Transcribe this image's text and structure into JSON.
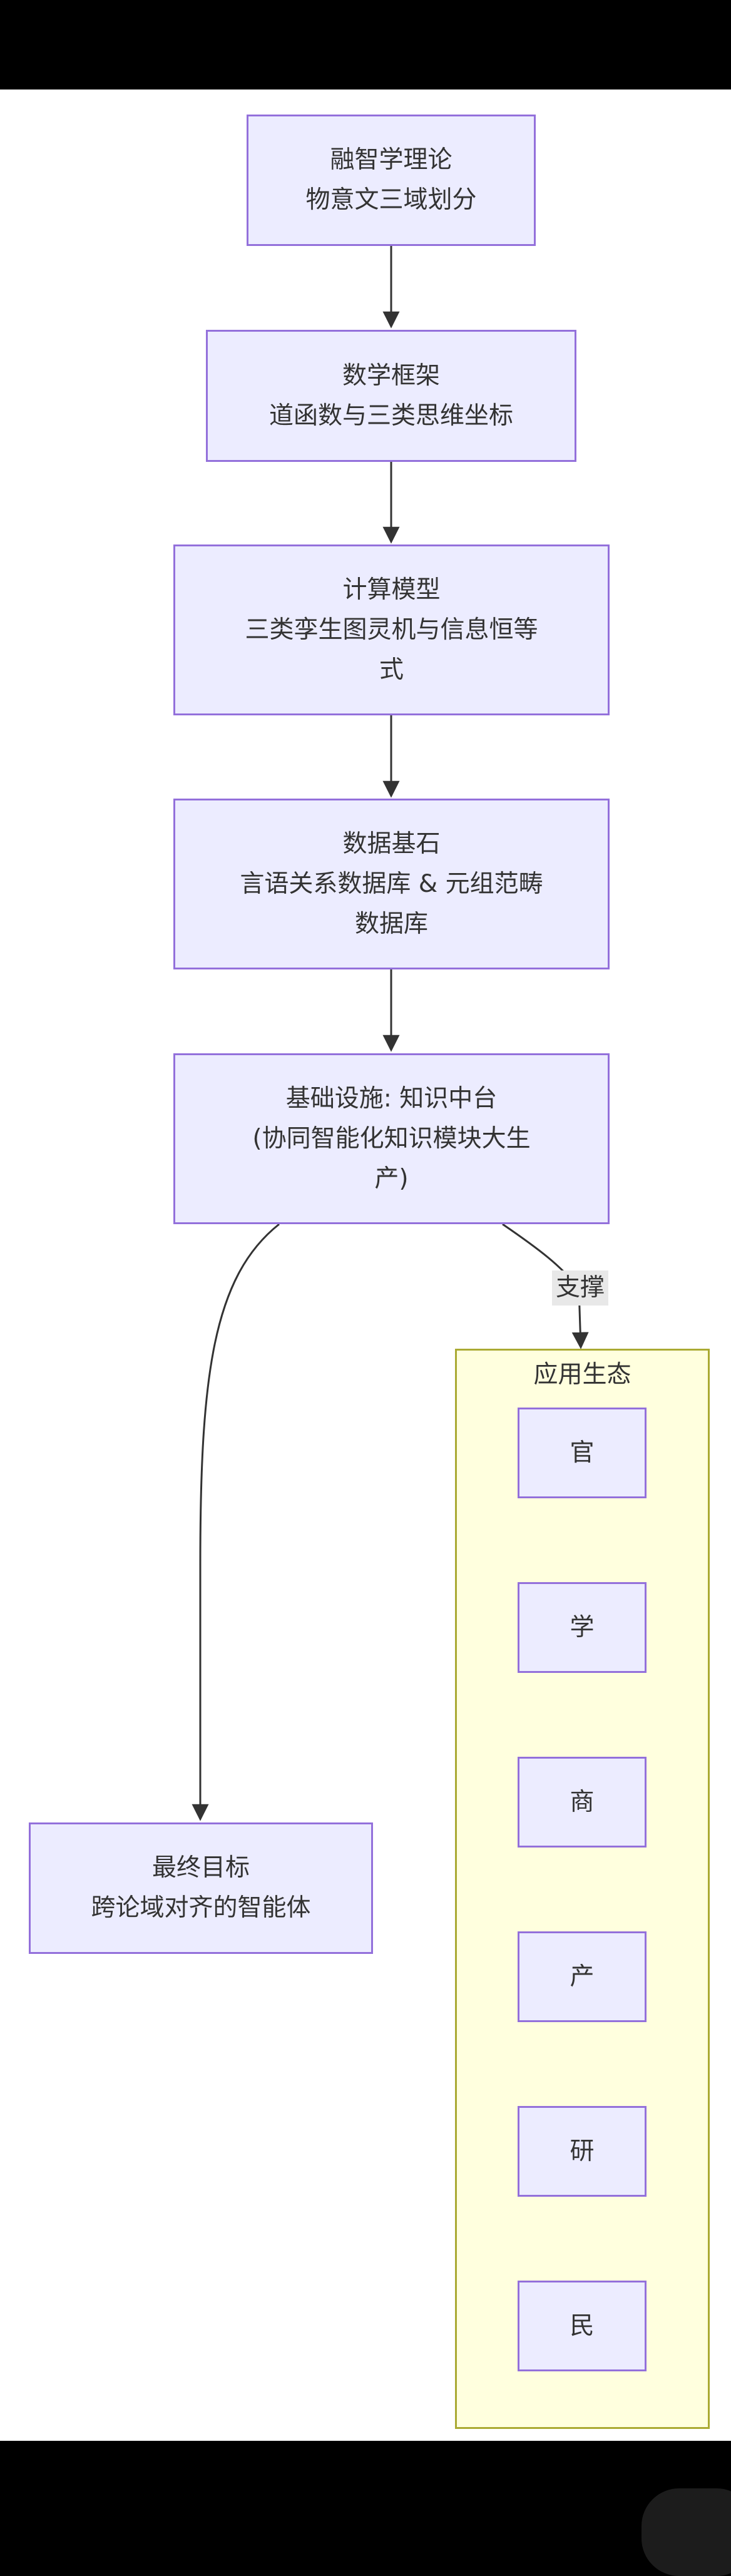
{
  "diagram": {
    "nodes": [
      {
        "id": "theory",
        "lines": [
          "融智学理论",
          "物意文三域划分"
        ]
      },
      {
        "id": "math",
        "lines": [
          "数学框架",
          "道函数与三类思维坐标"
        ]
      },
      {
        "id": "compute",
        "lines": [
          "计算模型",
          "三类孪生图灵机与信息恒等",
          "式"
        ]
      },
      {
        "id": "data",
        "lines": [
          "数据基石",
          "言语关系数据库 & 元组范畴",
          "数据库"
        ]
      },
      {
        "id": "infra",
        "lines": [
          "基础设施: 知识中台",
          "(协同智能化知识模块大生",
          "产)"
        ]
      },
      {
        "id": "goal",
        "lines": [
          "最终目标",
          "跨论域对齐的智能体"
        ]
      }
    ],
    "edge_label": "支撑",
    "cluster": {
      "title": "应用生态",
      "items": [
        "官",
        "学",
        "商",
        "产",
        "研",
        "民"
      ]
    }
  },
  "colors": {
    "node_fill": "#ECECFF",
    "node_border": "#9370DB",
    "cluster_fill": "#ffffde",
    "cluster_border": "#aaaa33",
    "edge": "#333333",
    "label_bg": "#e8e8e8"
  }
}
